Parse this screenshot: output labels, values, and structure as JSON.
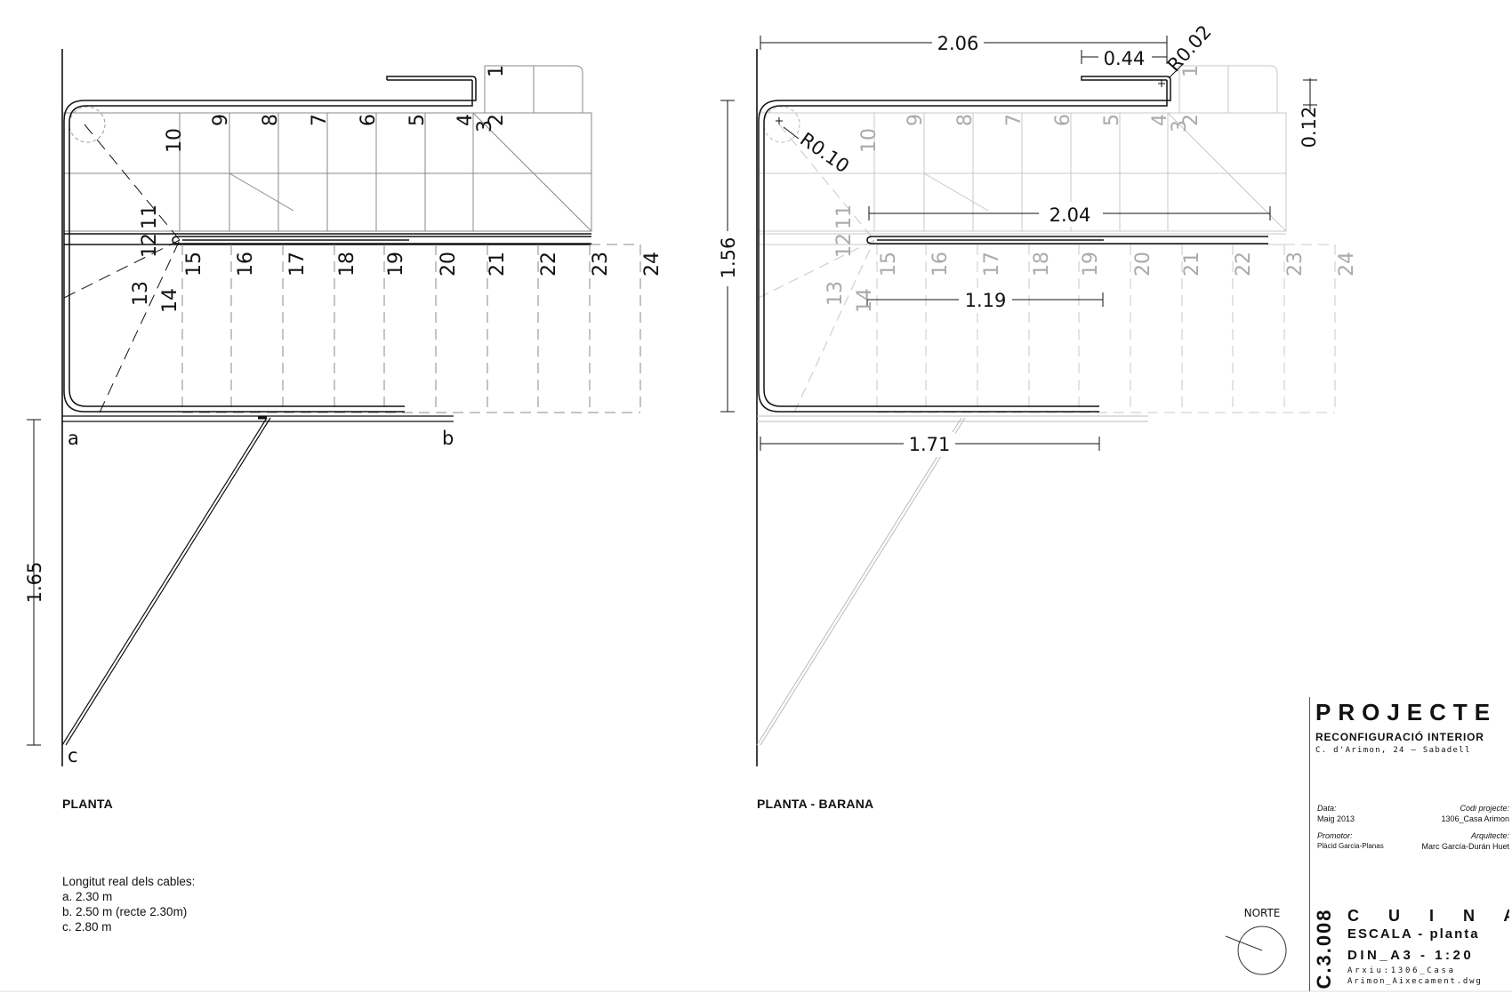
{
  "left_plan": {
    "caption": "PLANTA",
    "steps_top": [
      "10",
      "9",
      "8",
      "7",
      "6",
      "5",
      "4",
      "3",
      "2",
      "1"
    ],
    "steps_landing": [
      "11",
      "12",
      "13",
      "14"
    ],
    "steps_bottom": [
      "15",
      "16",
      "17",
      "18",
      "19",
      "20",
      "21",
      "22",
      "23",
      "24"
    ],
    "cable_a": "a",
    "cable_b": "b",
    "cable_c": "c",
    "dim_height": "1.65"
  },
  "right_plan": {
    "caption": "PLANTA - BARANA",
    "steps_top": [
      "10",
      "9",
      "8",
      "7",
      "6",
      "5",
      "4",
      "3",
      "2",
      "1"
    ],
    "steps_landing": [
      "11",
      "12",
      "13",
      "14"
    ],
    "steps_bottom": [
      "15",
      "16",
      "17",
      "18",
      "19",
      "20",
      "21",
      "22",
      "23",
      "24"
    ],
    "dim_total_width": "2.06",
    "dim_hook": "0.44",
    "dim_radius_small": "R0.02",
    "dim_radius_large": "R0.10",
    "dim_gap": "0.12",
    "dim_mid_rail": "2.04",
    "dim_inner_rail": "1.19",
    "dim_height": "1.56",
    "dim_bottom_rail": "1.71"
  },
  "notes": {
    "title": "Longitut real  dels cables:",
    "lines": [
      "a. 2.30 m",
      "b. 2.50 m (recte 2.30m)",
      "c. 2.80 m"
    ]
  },
  "north": {
    "label": "NORTE"
  },
  "title_block": {
    "heading": "PROJECTE",
    "subtitle": "RECONFIGURACIÓ INTERIOR",
    "address": "C. d'Arimon, 24 – Sabadell",
    "date_label": "Data:",
    "date_value": "Maig 2013",
    "code_label": "Codi projecte:",
    "code_value": "1306_Casa Arimon",
    "promoter_label": "Promotor:",
    "promoter_value": "Plàcid Garcia-Planas",
    "architect_label": "Arquitecte:",
    "architect_value": "Marc García-Durán Huet",
    "sheet_number": "C.3.008",
    "room": "C U I N A",
    "drawing": "ESCALA - planta",
    "format": "DIN_A3 - 1:20",
    "file_line1": "Arxiu:1306_Casa",
    "file_line2": "Arimon_Aixecament.dwg"
  }
}
